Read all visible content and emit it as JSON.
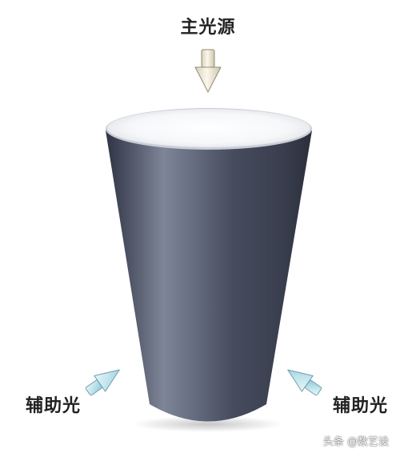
{
  "labels": {
    "main_light": "主光源",
    "fill_light_left": "辅助光",
    "fill_light_right": "辅助光"
  },
  "watermark": "头条 @数艺设",
  "colors": {
    "background": "#ffffff",
    "cylinder_dark": "#3a3f4e",
    "cylinder_light": "#8b93a6",
    "top_face": "#f4f5f7",
    "main_arrow": "#f1ead8",
    "fill_arrow": "#c9e8f0",
    "text": "#222222"
  },
  "icons": {
    "main_light_arrow": "down-cone-arrow",
    "fill_light_arrows": "diagonal-cone-arrow"
  }
}
